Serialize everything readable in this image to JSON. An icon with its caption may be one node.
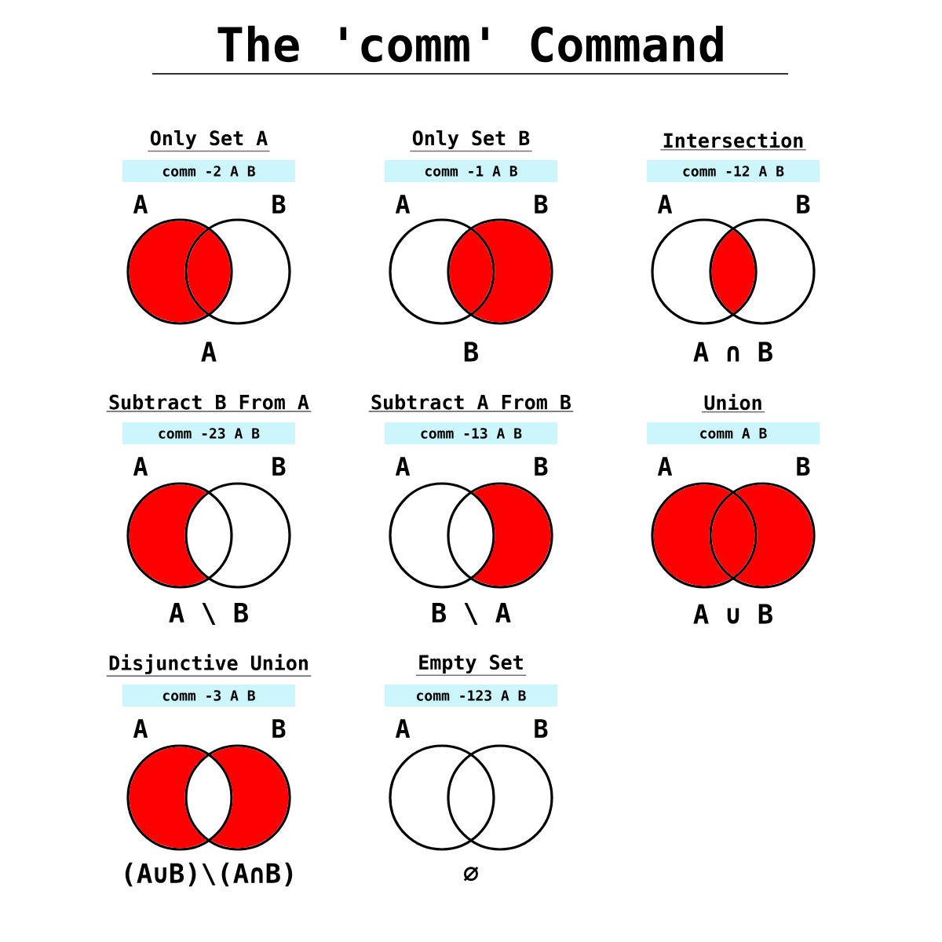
{
  "diagram": {
    "title": "The 'comm' Command",
    "nodes": [
      {
        "text": [
          "Only Set A",
          "comm -2 A B"
        ]
      },
      {
        "text": [],
        "shape": "circle",
        "beside": [
          "A"
        ]
      },
      {
        "text": [],
        "shape": "circle",
        "beside": [
          "B"
        ]
      },
      {
        "text": [],
        "shape": "crescent",
        "in": 1
      },
      {
        "text": [],
        "shape": "lens"
      },
      {
        "text": [
          "Only Set B",
          "comm -1 A B"
        ]
      },
      {
        "text": [],
        "shape": "circle",
        "beside": [
          "A"
        ]
      },
      {
        "text": [],
        "shape": "circle",
        "beside": [
          "B"
        ]
      },
      {
        "text": [],
        "shape": "lens"
      },
      {
        "text": [],
        "shape": "crescent",
        "in": 7
      },
      {
        "text": [
          "Intersection",
          "comm -12 A B"
        ]
      },
      {
        "text": [],
        "shape": "circle",
        "beside": [
          "A"
        ]
      },
      {
        "text": [],
        "shape": "circle",
        "beside": [
          "B"
        ]
      },
      {
        "text": [],
        "shape": "lens"
      },
      {
        "text": [
          "Subtract B From A",
          "comm -23 A B"
        ]
      },
      {
        "text": [],
        "shape": "circle",
        "beside": [
          "A"
        ]
      },
      {
        "text": [],
        "shape": "circle",
        "beside": [
          "B"
        ]
      },
      {
        "text": [],
        "shape": "crescent",
        "in": 15
      },
      {
        "text": [
          "Subtract A From B",
          "comm -13 A B"
        ]
      },
      {
        "text": [],
        "shape": "circle",
        "beside": [
          "A"
        ]
      },
      {
        "text": [],
        "shape": "circle",
        "beside": [
          "B"
        ]
      },
      {
        "text": [],
        "shape": "crescent",
        "in": 20
      },
      {
        "text": [
          "Union",
          "comm A B"
        ]
      },
      {
        "text": [],
        "shape": "circle",
        "beside": [
          "A"
        ]
      },
      {
        "text": [],
        "shape": "circle",
        "beside": [
          "B"
        ]
      },
      {
        "text": [],
        "shape": "crescent",
        "in": 23
      },
      {
        "text": [],
        "shape": "lens"
      },
      {
        "text": [],
        "shape": "crescent",
        "in": 24
      },
      {
        "text": [
          "Disjunctive Union",
          "comm -3 A B"
        ]
      },
      {
        "text": [],
        "shape": "circle",
        "beside": [
          "A"
        ]
      },
      {
        "text": [],
        "shape": "circle",
        "beside": [
          "B"
        ]
      },
      {
        "text": [],
        "shape": "crescent",
        "in": 29
      },
      {
        "text": [],
        "shape": "crescent",
        "in": 30
      },
      {
        "text": [
          "Empty Set",
          "comm -123 A B"
        ]
      },
      {
        "text": [],
        "shape": "circle",
        "beside": [
          "A"
        ]
      },
      {
        "text": [],
        "shape": "circle",
        "beside": [
          "B"
        ]
      }
    ],
    "labels": [
      "A",
      "B",
      "A ∩ B",
      "A \\ B",
      "B \\ A",
      "A ∪ B",
      "(A∪B)\\(A∩B)",
      "∅"
    ]
  }
}
